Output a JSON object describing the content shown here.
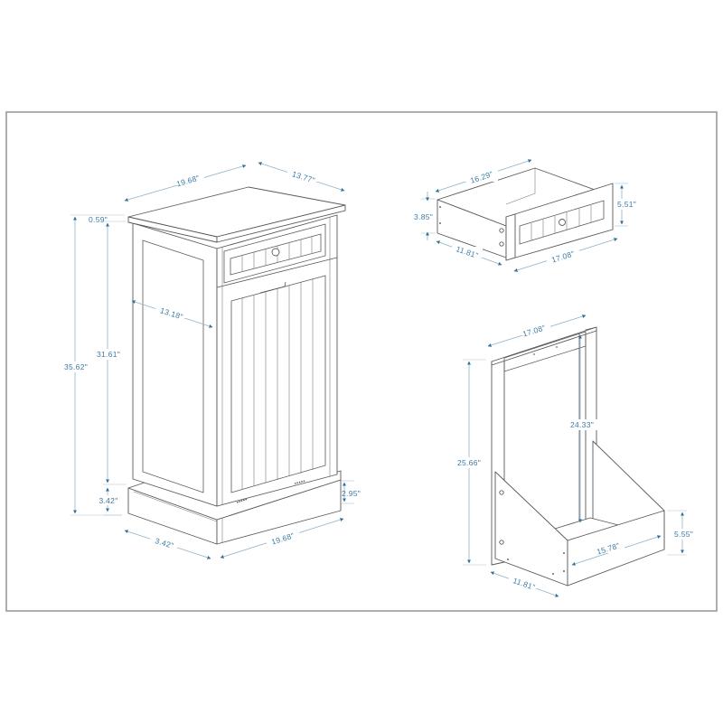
{
  "diagram": {
    "type": "furniture-dimension-drawing",
    "colors": {
      "frame": "#9a9a9a",
      "outline": "#5a5a5a",
      "dimension_line": "#8fb3c9",
      "dimension_arrow": "#2f6f9a",
      "dimension_text": "#3b7ba6",
      "background": "#ffffff"
    },
    "views": {
      "cabinet": {
        "name": "Tilt-out cabinet (assembled)",
        "dimensions": {
          "top_width": "19.68\"",
          "top_depth": "13.77\"",
          "top_thickness": "0.59\"",
          "body_height": "31.61\"",
          "total_height": "35.62\"",
          "side_depth": "13.18\"",
          "base_height_left": "3.42\"",
          "base_height_right": "2.95\"",
          "base_depth": "3.42\"",
          "base_width": "19.68\""
        }
      },
      "drawer": {
        "name": "Drawer",
        "dimensions": {
          "back_width": "16.29\"",
          "side_height": "3.85\"",
          "front_height": "5.51\"",
          "side_depth": "11.81\"",
          "front_width": "17.08\""
        }
      },
      "bin_frame": {
        "name": "Tilt-out bin frame",
        "dimensions": {
          "top_width": "17.08\"",
          "inner_height": "24.33\"",
          "total_height": "25.66\"",
          "bin_height": "5.55\"",
          "bin_width": "15.78\"",
          "bin_depth": "11.81\""
        }
      }
    }
  }
}
